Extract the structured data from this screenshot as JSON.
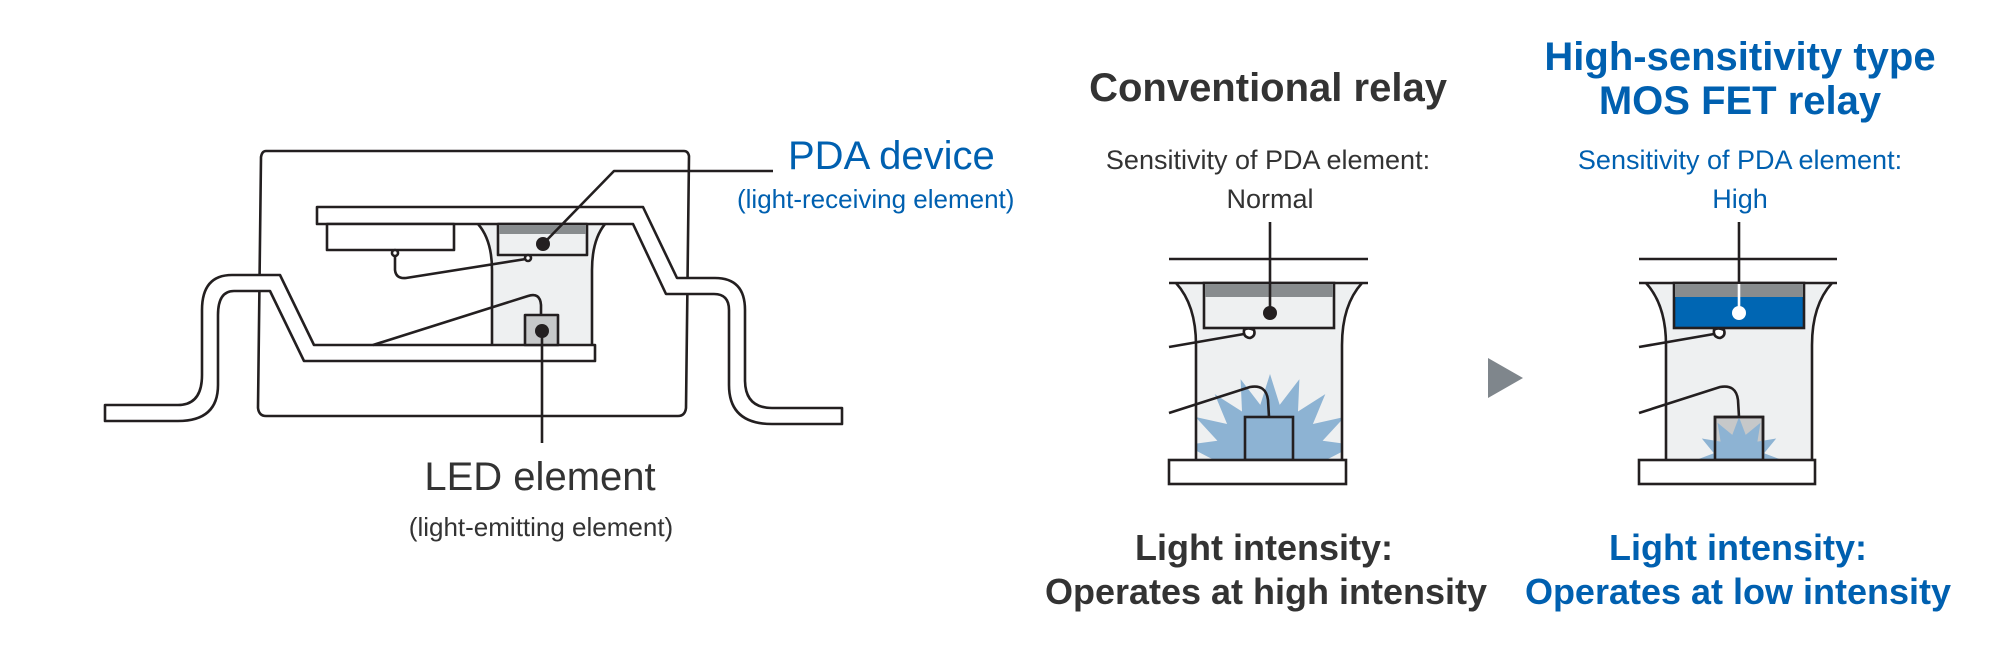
{
  "colors": {
    "accent_blue": "#0060b0",
    "text_dark": "#333333",
    "line": "#231f20",
    "cavity_fill": "#eef0f1",
    "pda_band": "#888c8e",
    "pda_high_fill": "#0066b3",
    "led_fill_gray": "#c6c8c9",
    "light_burst": "#8db3d3",
    "arrow": "#7f868c"
  },
  "package_diagram": {
    "pda_label": "PDA device",
    "pda_sublabel": "(light-receiving element)",
    "led_label": "LED element",
    "led_sublabel": "(light-emitting element)"
  },
  "conventional": {
    "title": "Conventional relay",
    "sensitivity_label": "Sensitivity of PDA element:",
    "sensitivity_value": "Normal",
    "intensity_label": "Light intensity:",
    "intensity_value": "Operates at high intensity"
  },
  "high_sensitivity": {
    "title_line1": "High-sensitivity type",
    "title_line2": "MOS FET relay",
    "sensitivity_label": "Sensitivity of PDA element:",
    "sensitivity_value": "High",
    "intensity_label": "Light intensity:",
    "intensity_value": "Operates at low intensity"
  },
  "icons": {
    "transition_arrow": "right-triangle-arrow"
  }
}
